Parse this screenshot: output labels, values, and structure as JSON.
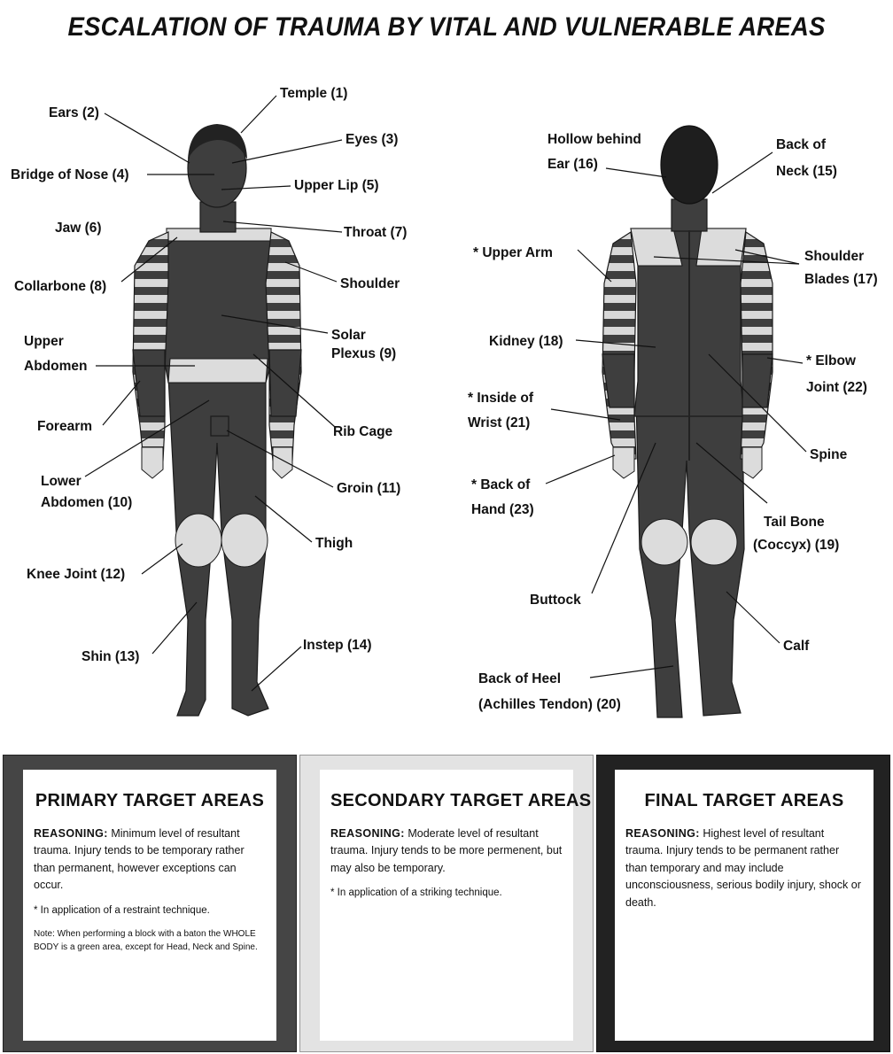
{
  "title": "ESCALATION OF TRAUMA BY VITAL AND VULNERABLE AREAS",
  "front_labels": {
    "temple": "Temple (1)",
    "ears": "Ears (2)",
    "eyes": "Eyes (3)",
    "bridge_nose": "Bridge of Nose (4)",
    "upper_lip": "Upper Lip (5)",
    "jaw": "Jaw (6)",
    "throat": "Throat (7)",
    "collarbone": "Collarbone (8)",
    "shoulder": "Shoulder",
    "solar_1": "Solar",
    "solar_2": "Plexus (9)",
    "upper_abd_1": "Upper",
    "upper_abd_2": "Abdomen",
    "forearm": "Forearm",
    "rib_cage": "Rib Cage",
    "lower_abd_1": "Lower",
    "lower_abd_2": "Abdomen (10)",
    "groin": "Groin (11)",
    "thigh": "Thigh",
    "knee": "Knee Joint (12)",
    "shin": "Shin (13)",
    "instep": "Instep (14)"
  },
  "back_labels": {
    "hollow_1": "Hollow behind",
    "hollow_2": "Ear (16)",
    "neck_1": "Back of",
    "neck_2": "Neck (15)",
    "upper_arm": "* Upper Arm",
    "blades_1": "Shoulder",
    "blades_2": "Blades (17)",
    "kidney": "Kidney (18)",
    "elbow_1": "* Elbow",
    "elbow_2": "Joint (22)",
    "wrist_1": "* Inside of",
    "wrist_2": "Wrist (21)",
    "spine": "Spine",
    "hand_1": "* Back of",
    "hand_2": "Hand (23)",
    "tail_1": "Tail Bone",
    "tail_2": "(Coccyx) (19)",
    "buttock": "Buttock",
    "calf": "Calf",
    "heel_1": "Back of Heel",
    "heel_2": "(Achilles Tendon) (20)"
  },
  "panels": {
    "primary": {
      "title": "PRIMARY TARGET AREAS",
      "reasoning_label": "REASONING:",
      "reasoning": "Minimum level of resultant trauma. Injury tends to be temporary rather than permanent, however exceptions can occur.",
      "note": "* In application of a restraint technique.",
      "small_note": "Note: When performing a block with a baton the WHOLE BODY is a green area, except for Head, Neck and Spine."
    },
    "secondary": {
      "title": "SECONDARY TARGET AREAS",
      "reasoning_label": "REASONING:",
      "reasoning": "Moderate level of resultant trauma. Injury tends to be more permenent, but may also be temporary.",
      "note": "* In application of a striking technique."
    },
    "final": {
      "title": "FINAL TARGET AREAS",
      "reasoning_label": "REASONING:",
      "reasoning": "Highest level of resultant trauma. Injury tends to be permanent rather than temporary and may include unconsciousness, serious bodily injury, shock or death."
    }
  },
  "colors": {
    "dark_area": "#3e3e3e",
    "light_area": "#dcdcdc",
    "primary_frame": "#454545",
    "secondary_frame": "#e3e3e3",
    "final_frame": "#222222"
  }
}
